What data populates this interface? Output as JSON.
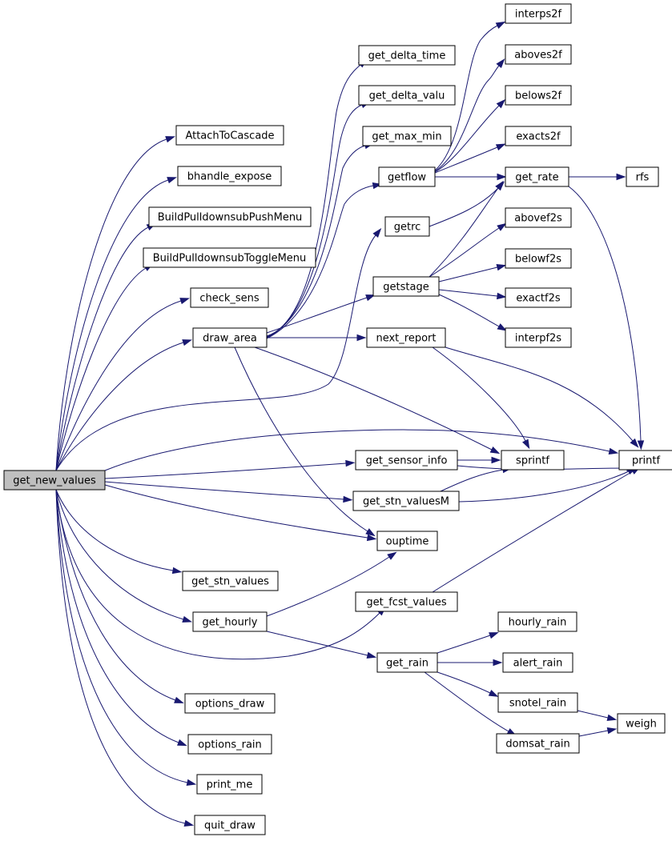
{
  "colors": {
    "edge": "#191970",
    "root_fill": "#bfbfbf",
    "node_fill": "#ffffff",
    "node_border": "#000000"
  },
  "nodes": {
    "get_new_values": "get_new_values",
    "AttachToCascade": "AttachToCascade",
    "bhandle_expose": "bhandle_expose",
    "BuildPulldownsubPushMenu": "BuildPulldownsubPushMenu",
    "BuildPulldownsubToggleMenu": "BuildPulldownsubToggleMenu",
    "check_sens": "check_sens",
    "draw_area": "draw_area",
    "get_stn_values": "get_stn_values",
    "get_hourly": "get_hourly",
    "options_draw": "options_draw",
    "options_rain": "options_rain",
    "print_me": "print_me",
    "quit_draw": "quit_draw",
    "get_delta_time": "get_delta_time",
    "get_delta_valu": "get_delta_valu",
    "get_max_min": "get_max_min",
    "getflow": "getflow",
    "getrc": "getrc",
    "getstage": "getstage",
    "next_report": "next_report",
    "get_sensor_info": "get_sensor_info",
    "get_stn_valuesM": "get_stn_valuesM",
    "ouptime": "ouptime",
    "get_fcst_values": "get_fcst_values",
    "get_rain": "get_rain",
    "interps2f": "interps2f",
    "aboves2f": "aboves2f",
    "belows2f": "belows2f",
    "exacts2f": "exacts2f",
    "get_rate": "get_rate",
    "abovef2s": "abovef2s",
    "belowf2s": "belowf2s",
    "exactf2s": "exactf2s",
    "interpf2s": "interpf2s",
    "sprintf": "sprintf",
    "printf": "printf",
    "rfs": "rfs",
    "hourly_rain": "hourly_rain",
    "alert_rain": "alert_rain",
    "snotel_rain": "snotel_rain",
    "domsat_rain": "domsat_rain",
    "weigh": "weigh"
  }
}
